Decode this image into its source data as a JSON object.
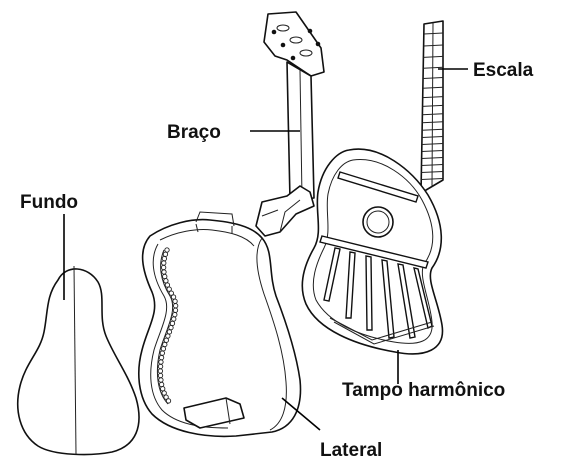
{
  "labels": {
    "escala": "Escala",
    "braco": "Braço",
    "fundo": "Fundo",
    "tampo": "Tampo harmônico",
    "lateral": "Lateral"
  }
}
